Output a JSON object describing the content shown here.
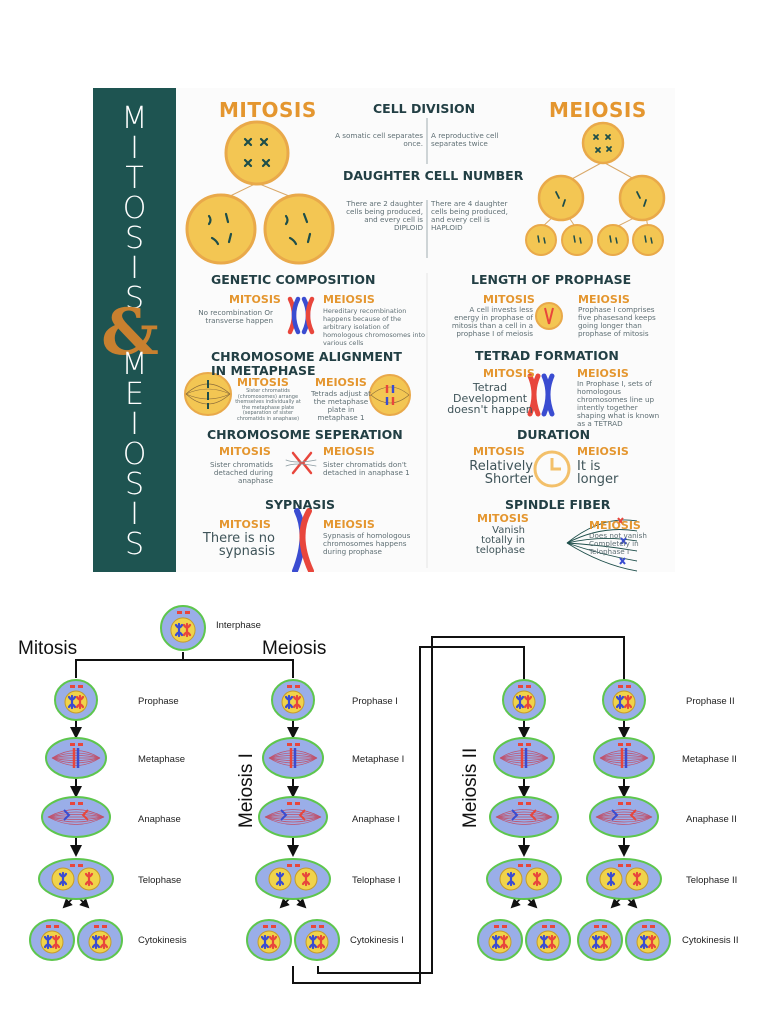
{
  "colors": {
    "sidebar": "#1e5451",
    "accent": "#e4962f",
    "amp": "#c8802f",
    "heading": "#223f44",
    "cell_fill": "#f3c653",
    "cell_border": "#e9a94a",
    "stage_cell_fill": "#9aaee8",
    "stage_cell_border": "#5ec64d",
    "chrom_red": "#e8463c",
    "chrom_blue": "#3a4cd1"
  },
  "infographic": {
    "side_title_top": [
      "M",
      "I",
      "T",
      "O",
      "S",
      "I",
      "S"
    ],
    "side_amp": "&",
    "side_title_bottom": [
      "M",
      "E",
      "I",
      "O",
      "S",
      "I",
      "S"
    ],
    "mitosis_title": "MITOSIS",
    "meiosis_title": "MEIOSIS",
    "cell_division": {
      "heading": "CELL DIVISION",
      "mitosis": "A somatic cell separates once.",
      "meiosis": "A reproductive cell separates twice"
    },
    "daughter_cell_number": {
      "heading": "DAUGHTER CELL NUMBER",
      "mitosis": "There are 2 daughter cells being produced, and every cell is DIPLOID",
      "meiosis": "There are 4 daughter cells being produced, and every cell is HAPLOID"
    },
    "genetic_composition": {
      "heading": "GENETIC COMPOSITION",
      "mitosis_label": "MITOSIS",
      "mitosis": "No recombination Or transverse happen",
      "meiosis_label": "MEIOSIS",
      "meiosis": "Hereditary recombination happens because of the arbitrary isolation of homologous chromosomes into various cells"
    },
    "length_of_prophase": {
      "heading": "LENGTH OF PROPHASE",
      "mitosis_label": "MITOSIS",
      "mitosis": "A cell invests less energy in prophase of mitosis than a cell in a prophase I of meiosis",
      "meiosis_label": "MEIOSIS",
      "meiosis": "Prophase I comprises five phasesand keeps going longer than prophase of mitosis"
    },
    "chromosome_alignment": {
      "heading": "CHROMOSOME ALIGNMENT IN METAPHASE",
      "mitosis_label": "MITOSIS",
      "mitosis": "Sister chromatids (chromosomes) arrange themselves individually at the metaphase plate (separation of sister chromatids in anaphase)",
      "meiosis_label": "MEIOSIS",
      "meiosis": "Tetrads adjust at the metaphase plate in metaphase 1"
    },
    "tetrad_formation": {
      "heading": "TETRAD FORMATION",
      "mitosis_label": "MITOSIS",
      "mitosis": "Tetrad Development doesn't happen",
      "meiosis_label": "MEIOSIS",
      "meiosis": "In Prophase I, sets of homologous chromosomes line up intently together shaping what is known as a TETRAD"
    },
    "chromosome_separation": {
      "heading": "CHROMOSOME SEPERATION",
      "mitosis_label": "MITOSIS",
      "mitosis": "Sister chromatids detached during anaphase",
      "meiosis_label": "MEIOSIS",
      "meiosis": "Sister chromatids don't detached in anaphase 1"
    },
    "duration": {
      "heading": "DURATION",
      "mitosis_label": "MITOSIS",
      "mitosis": "Relatively Shorter",
      "meiosis_label": "MEIOSIS",
      "meiosis": "It is longer"
    },
    "sypnasis": {
      "heading": "SYPNASIS",
      "mitosis_label": "MITOSIS",
      "mitosis": "There is no sypnasis",
      "meiosis_label": "MEIOSIS",
      "meiosis": "Sypnasis of homologous chromosomes happens during prophase"
    },
    "spindle_fiber": {
      "heading": "SPINDLE FIBER",
      "mitosis_label": "MITOSIS",
      "mitosis": "Vanish totally in telophase",
      "meiosis_label": "MEIOSIS",
      "meiosis": "Does not vanish Completely in Telophase I"
    }
  },
  "stages": {
    "interphase": "Interphase",
    "mitosis_header": "Mitosis",
    "meiosis_header": "Meiosis",
    "meiosis_i": "Meiosis I",
    "meiosis_ii": "Meiosis II",
    "mitosis_labels": [
      "Prophase",
      "Metaphase",
      "Anaphase",
      "Telophase",
      "Cytokinesis"
    ],
    "meiosis_i_labels": [
      "Prophase I",
      "Metaphase I",
      "Anaphase I",
      "Telophase I",
      "Cytokinesis I"
    ],
    "meiosis_ii_labels": [
      "Prophase II",
      "Metaphase II",
      "Anaphase II",
      "Telophase II",
      "Cytokinesis II"
    ]
  }
}
